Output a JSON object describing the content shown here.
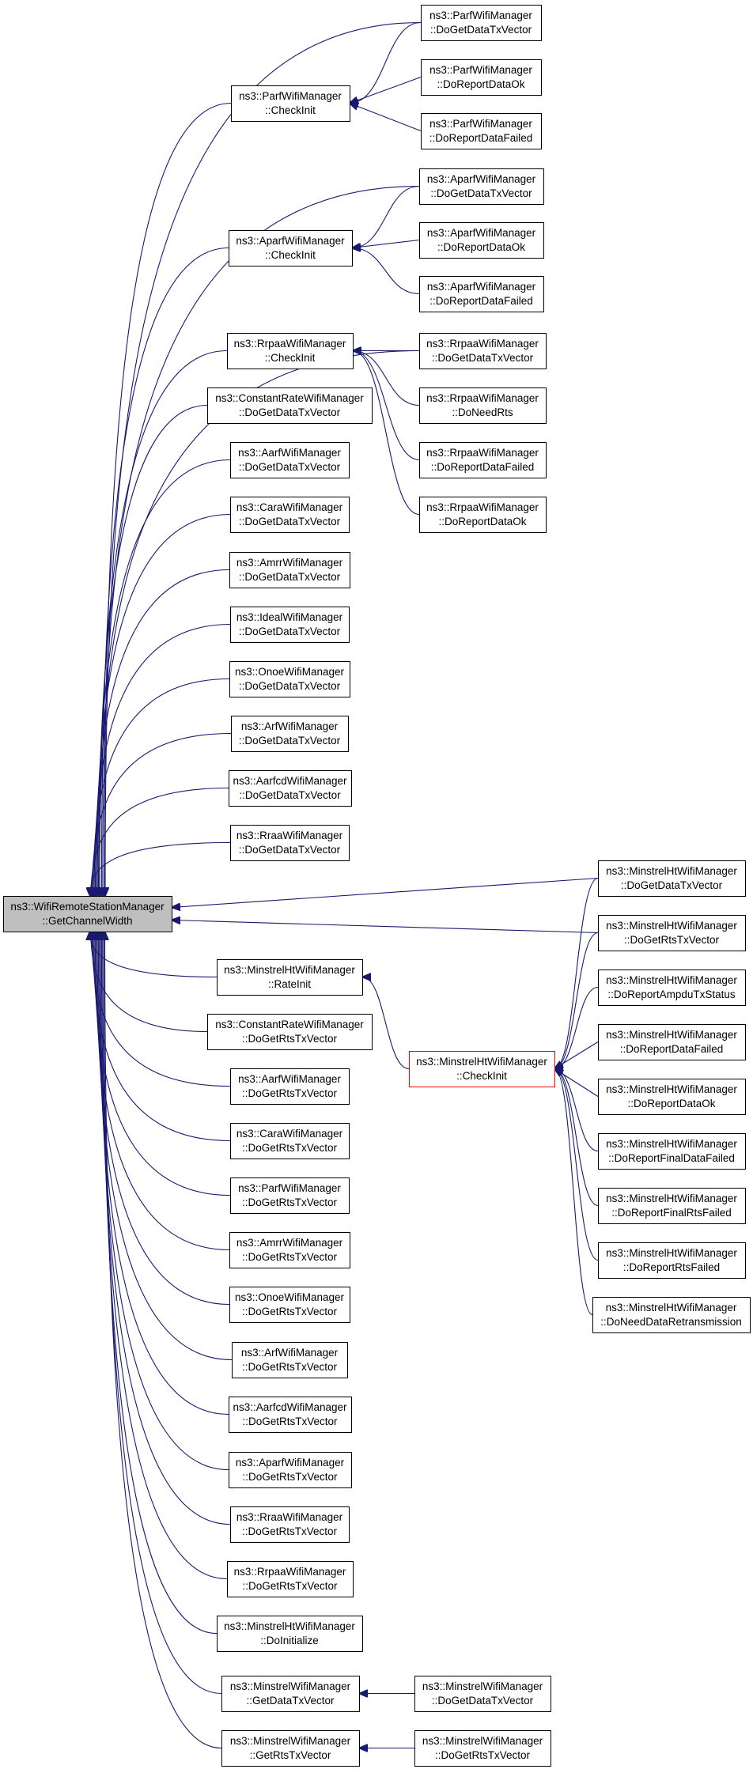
{
  "root": {
    "line1": "ns3::WifiRemoteStationManager",
    "line2": "::GetChannelWidth"
  },
  "colors": {
    "edge": "#191970",
    "node_border": "#000000",
    "root_fill": "#bfbfbf",
    "highlight_border": "#ff0000",
    "background": "#ffffff"
  },
  "nodes": {
    "parf_check": {
      "line1": "ns3::ParfWifiManager",
      "line2": "::CheckInit"
    },
    "parf_getdata": {
      "line1": "ns3::ParfWifiManager",
      "line2": "::DoGetDataTxVector"
    },
    "parf_ok": {
      "line1": "ns3::ParfWifiManager",
      "line2": "::DoReportDataOk"
    },
    "parf_failed": {
      "line1": "ns3::ParfWifiManager",
      "line2": "::DoReportDataFailed"
    },
    "aparf_check": {
      "line1": "ns3::AparfWifiManager",
      "line2": "::CheckInit"
    },
    "aparf_getdata": {
      "line1": "ns3::AparfWifiManager",
      "line2": "::DoGetDataTxVector"
    },
    "aparf_ok": {
      "line1": "ns3::AparfWifiManager",
      "line2": "::DoReportDataOk"
    },
    "aparf_failed": {
      "line1": "ns3::AparfWifiManager",
      "line2": "::DoReportDataFailed"
    },
    "rrpaa_check": {
      "line1": "ns3::RrpaaWifiManager",
      "line2": "::CheckInit"
    },
    "rrpaa_getdata": {
      "line1": "ns3::RrpaaWifiManager",
      "line2": "::DoGetDataTxVector"
    },
    "rrpaa_needrts": {
      "line1": "ns3::RrpaaWifiManager",
      "line2": "::DoNeedRts"
    },
    "rrpaa_failed": {
      "line1": "ns3::RrpaaWifiManager",
      "line2": "::DoReportDataFailed"
    },
    "rrpaa_ok": {
      "line1": "ns3::RrpaaWifiManager",
      "line2": "::DoReportDataOk"
    },
    "const_getdata": {
      "line1": "ns3::ConstantRateWifiManager",
      "line2": "::DoGetDataTxVector"
    },
    "aarf_getdata": {
      "line1": "ns3::AarfWifiManager",
      "line2": "::DoGetDataTxVector"
    },
    "cara_getdata": {
      "line1": "ns3::CaraWifiManager",
      "line2": "::DoGetDataTxVector"
    },
    "amrr_getdata": {
      "line1": "ns3::AmrrWifiManager",
      "line2": "::DoGetDataTxVector"
    },
    "ideal_getdata": {
      "line1": "ns3::IdealWifiManager",
      "line2": "::DoGetDataTxVector"
    },
    "onoe_getdata": {
      "line1": "ns3::OnoeWifiManager",
      "line2": "::DoGetDataTxVector"
    },
    "arf_getdata": {
      "line1": "ns3::ArfWifiManager",
      "line2": "::DoGetDataTxVector"
    },
    "aarfcd_getdata": {
      "line1": "ns3::AarfcdWifiManager",
      "line2": "::DoGetDataTxVector"
    },
    "rraa_getdata": {
      "line1": "ns3::RraaWifiManager",
      "line2": "::DoGetDataTxVector"
    },
    "mht_rateinit": {
      "line1": "ns3::MinstrelHtWifiManager",
      "line2": "::RateInit"
    },
    "const_getrts": {
      "line1": "ns3::ConstantRateWifiManager",
      "line2": "::DoGetRtsTxVector"
    },
    "aarf_getrts": {
      "line1": "ns3::AarfWifiManager",
      "line2": "::DoGetRtsTxVector"
    },
    "cara_getrts": {
      "line1": "ns3::CaraWifiManager",
      "line2": "::DoGetRtsTxVector"
    },
    "parf_getrts": {
      "line1": "ns3::ParfWifiManager",
      "line2": "::DoGetRtsTxVector"
    },
    "amrr_getrts": {
      "line1": "ns3::AmrrWifiManager",
      "line2": "::DoGetRtsTxVector"
    },
    "onoe_getrts": {
      "line1": "ns3::OnoeWifiManager",
      "line2": "::DoGetRtsTxVector"
    },
    "arf_getrts": {
      "line1": "ns3::ArfWifiManager",
      "line2": "::DoGetRtsTxVector"
    },
    "aarfcd_getrts": {
      "line1": "ns3::AarfcdWifiManager",
      "line2": "::DoGetRtsTxVector"
    },
    "aparf_getrts": {
      "line1": "ns3::AparfWifiManager",
      "line2": "::DoGetRtsTxVector"
    },
    "rraa_getrts": {
      "line1": "ns3::RraaWifiManager",
      "line2": "::DoGetRtsTxVector"
    },
    "rrpaa_getrts": {
      "line1": "ns3::RrpaaWifiManager",
      "line2": "::DoGetRtsTxVector"
    },
    "mht_doinit": {
      "line1": "ns3::MinstrelHtWifiManager",
      "line2": "::DoInitialize"
    },
    "mw_getdata": {
      "line1": "ns3::MinstrelWifiManager",
      "line2": "::GetDataTxVector"
    },
    "mw_getrts": {
      "line1": "ns3::MinstrelWifiManager",
      "line2": "::GetRtsTxVector"
    },
    "mw_dogetdata": {
      "line1": "ns3::MinstrelWifiManager",
      "line2": "::DoGetDataTxVector"
    },
    "mw_dogetrts": {
      "line1": "ns3::MinstrelWifiManager",
      "line2": "::DoGetRtsTxVector"
    },
    "mht_check": {
      "line1": "ns3::MinstrelHtWifiManager",
      "line2": "::CheckInit"
    },
    "mht_getdata": {
      "line1": "ns3::MinstrelHtWifiManager",
      "line2": "::DoGetDataTxVector"
    },
    "mht_getrts": {
      "line1": "ns3::MinstrelHtWifiManager",
      "line2": "::DoGetRtsTxVector"
    },
    "mht_ampdu": {
      "line1": "ns3::MinstrelHtWifiManager",
      "line2": "::DoReportAmpduTxStatus"
    },
    "mht_failed": {
      "line1": "ns3::MinstrelHtWifiManager",
      "line2": "::DoReportDataFailed"
    },
    "mht_ok": {
      "line1": "ns3::MinstrelHtWifiManager",
      "line2": "::DoReportDataOk"
    },
    "mht_finaldata": {
      "line1": "ns3::MinstrelHtWifiManager",
      "line2": "::DoReportFinalDataFailed"
    },
    "mht_finalrts": {
      "line1": "ns3::MinstrelHtWifiManager",
      "line2": "::DoReportFinalRtsFailed"
    },
    "mht_rtsfailed": {
      "line1": "ns3::MinstrelHtWifiManager",
      "line2": "::DoReportRtsFailed"
    },
    "mht_needretx": {
      "line1": "ns3::MinstrelHtWifiManager",
      "line2": "::DoNeedDataRetransmission"
    }
  }
}
